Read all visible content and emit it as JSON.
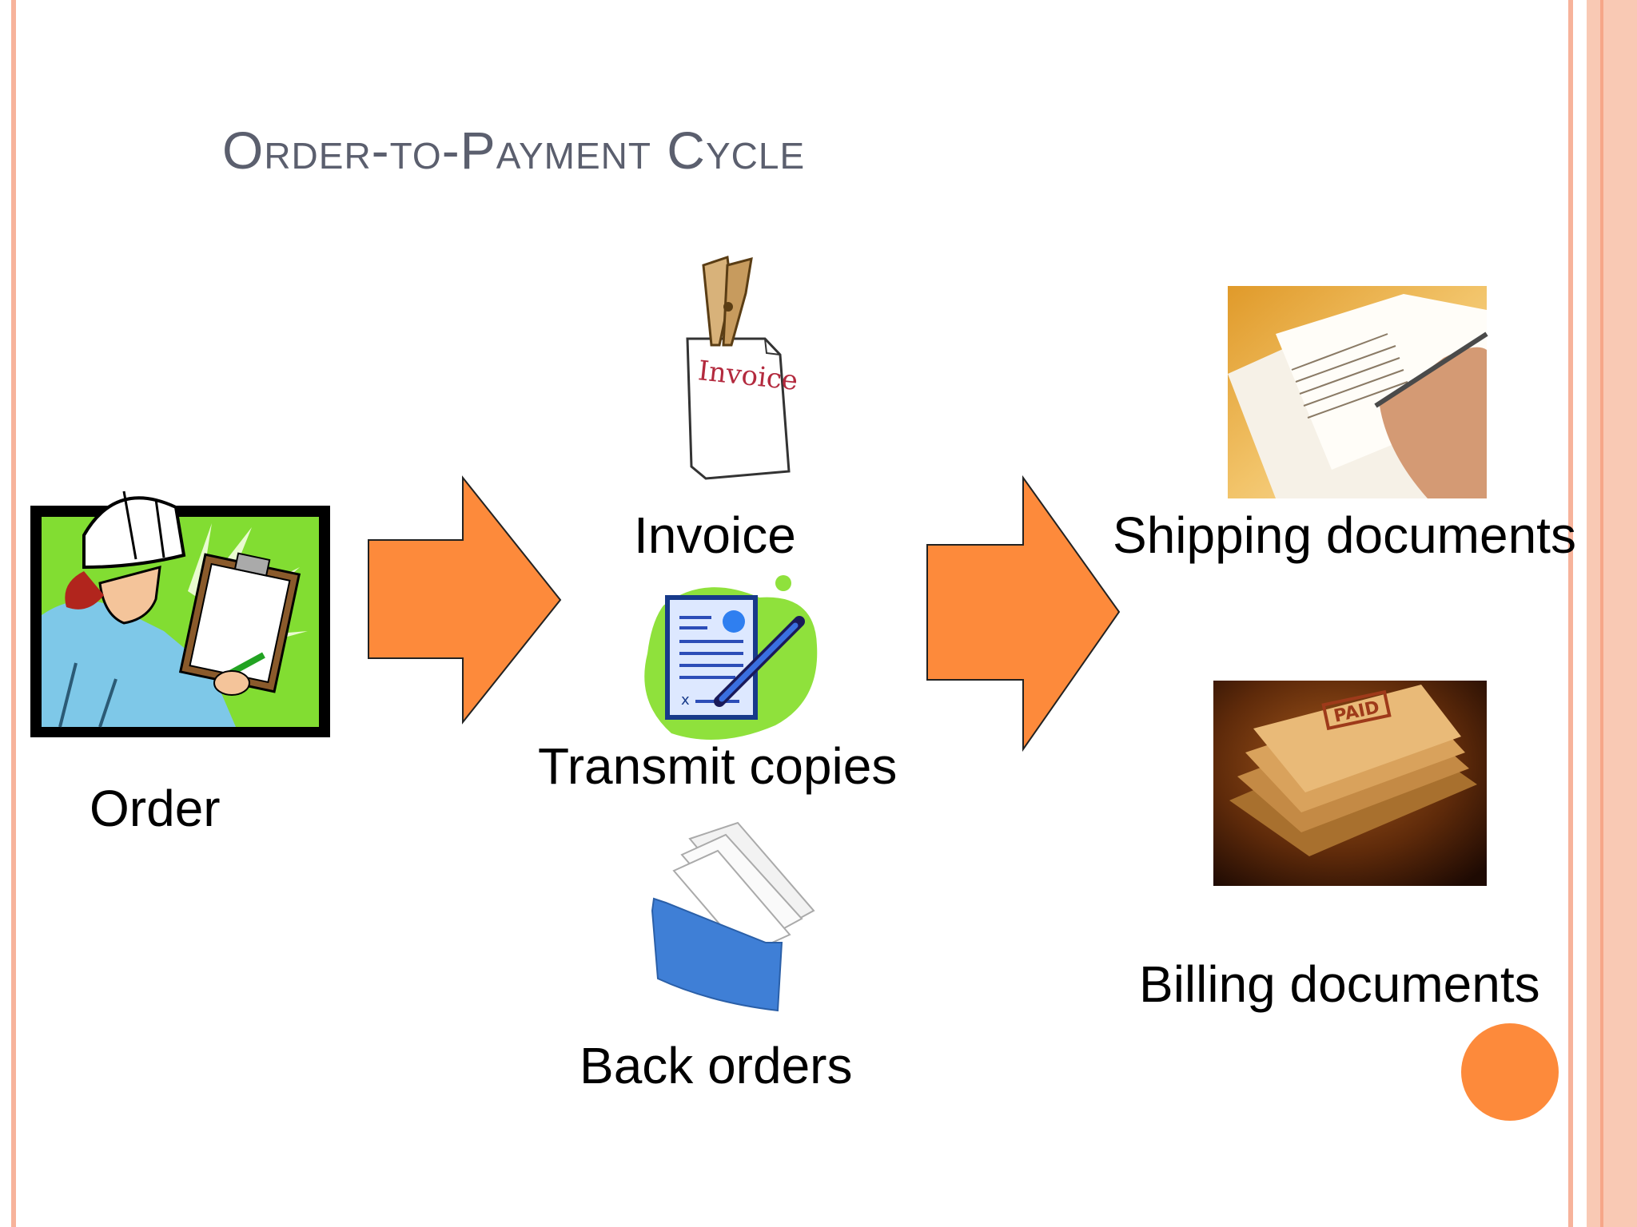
{
  "slide": {
    "title": "Order-to-Payment Cycle",
    "accent_color": "#fd8a3b",
    "frame_color": "#f7b39b"
  },
  "diagram": {
    "order": {
      "label": "Order",
      "icon": "worker-with-clipboard-icon"
    },
    "center": [
      {
        "label": "Invoice",
        "icon": "invoice-paper-clip-icon"
      },
      {
        "label": "Transmit copies",
        "icon": "signed-document-pen-icon"
      },
      {
        "label": "Back orders",
        "icon": "folder-papers-icon"
      }
    ],
    "right": [
      {
        "label": "Shipping documents",
        "icon": "signing-document-photo-icon"
      },
      {
        "label": "Billing documents",
        "icon": "paid-documents-stack-photo-icon"
      }
    ]
  }
}
